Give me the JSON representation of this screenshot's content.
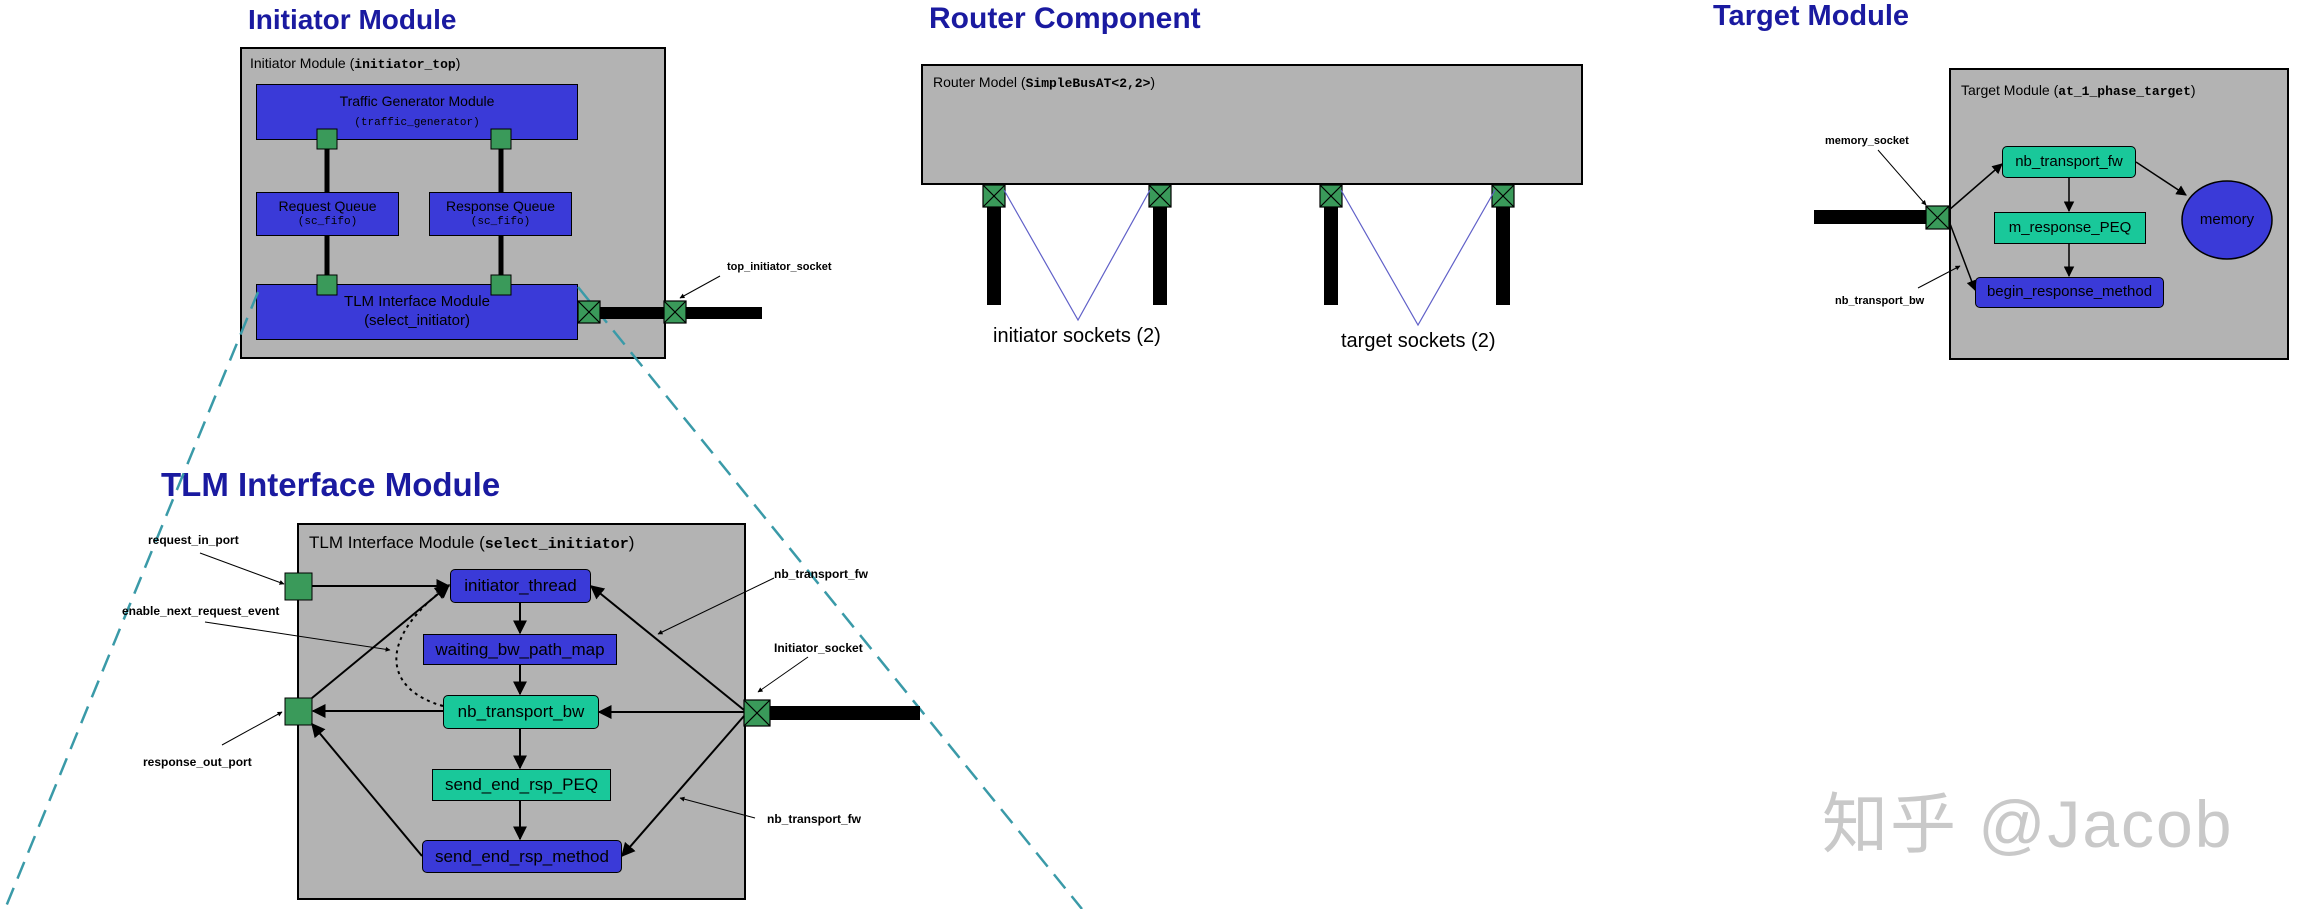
{
  "sections": {
    "initiator_module": "Initiator Module",
    "router_component": "Router Component",
    "target_module": "Target Module",
    "tlm_interface_module": "TLM Interface Module"
  },
  "initiator": {
    "panel_title": "Initiator Module (",
    "panel_code": "initiator_top",
    "panel_close": ")",
    "traffic_generator": "Traffic Generator Module",
    "traffic_generator_code": "(traffic_generator)",
    "request_queue": "Request Queue",
    "request_queue_code": "(sc_fifo)",
    "response_queue": "Response Queue",
    "response_queue_code": "(sc_fifo)",
    "tlm_interface": "TLM Interface Module",
    "tlm_interface_sub": "(select_initiator)",
    "top_initiator_socket": "top_initiator_socket"
  },
  "router": {
    "panel_title": "Router Model (",
    "panel_code": "SimpleBusAT<2,2>",
    "panel_close": ")",
    "initiator_sockets": "initiator sockets (2)",
    "target_sockets": "target sockets (2)"
  },
  "target": {
    "panel_title": "Target Module (",
    "panel_code": "at_1_phase_target",
    "panel_close": ")",
    "nb_transport_fw": "nb_transport_fw",
    "m_response_peq": "m_response_PEQ",
    "begin_response_method": "begin_response_method",
    "memory": "memory",
    "memory_socket": "memory_socket",
    "nb_transport_bw": "nb_transport_bw"
  },
  "tlm": {
    "panel_title": "TLM Interface Module (",
    "panel_code": "select_initiator",
    "panel_close": ")",
    "initiator_thread": "initiator_thread",
    "waiting_bw_path_map": "waiting_bw_path_map",
    "nb_transport_bw": "nb_transport_bw",
    "send_end_rsp_peq": "send_end_rsp_PEQ",
    "send_end_rsp_method": "send_end_rsp_method",
    "request_in_port": "request_in_port",
    "enable_next_request_event": "enable_next_request_event",
    "response_out_port": "response_out_port",
    "nb_transport_fw_top": "nb_transport_fw",
    "initiator_socket": "Initiator_socket",
    "nb_transport_fw_bottom": "nb_transport_fw"
  },
  "watermark": "知乎 @Jacob",
  "colors": {
    "heading": "#1a1aa0",
    "panel": "#b3b3b3",
    "module_blue": "#3a3ad8",
    "process_teal": "#19c89a",
    "port_green": "#3a9a5a",
    "dashed_teal": "#3a9aa8",
    "router_line": "#6060c8"
  }
}
